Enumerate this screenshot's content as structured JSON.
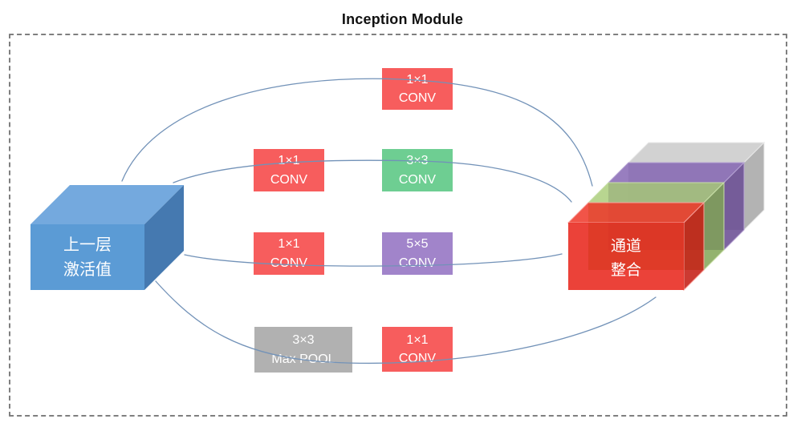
{
  "title": "Inception Module",
  "input_box": {
    "line1": "上一层",
    "line2": "激活值"
  },
  "output_box": {
    "line1": "通道",
    "line2": "整合"
  },
  "branches": [
    {
      "boxes": [
        {
          "line1": "1×1",
          "line2": "CONV",
          "color": "red"
        }
      ]
    },
    {
      "boxes": [
        {
          "line1": "1×1",
          "line2": "CONV",
          "color": "red"
        },
        {
          "line1": "3×3",
          "line2": "CONV",
          "color": "green"
        }
      ]
    },
    {
      "boxes": [
        {
          "line1": "1×1",
          "line2": "CONV",
          "color": "red"
        },
        {
          "line1": "5×5",
          "line2": "CONV",
          "color": "purple"
        }
      ]
    },
    {
      "boxes": [
        {
          "line1": "3×3",
          "line2": "Max POOL",
          "color": "gray"
        },
        {
          "line1": "1×1",
          "line2": "CONV",
          "color": "red"
        }
      ]
    }
  ],
  "colors": {
    "conv_red": "#f75d5d",
    "conv_green": "#6ece92",
    "conv_purple": "#a184ca",
    "pool_gray": "#b1b1b1",
    "input_blue_front": "#5b9bd5",
    "input_blue_top": "#74a9de",
    "input_blue_side": "#4579b0",
    "output_red": "#e8261c",
    "output_green": "#8db85e",
    "output_purple": "#7d5fa8",
    "output_gray": "#b5b5b5",
    "connector_blue": "#7292b8",
    "border_gray": "#7f7f7f"
  }
}
